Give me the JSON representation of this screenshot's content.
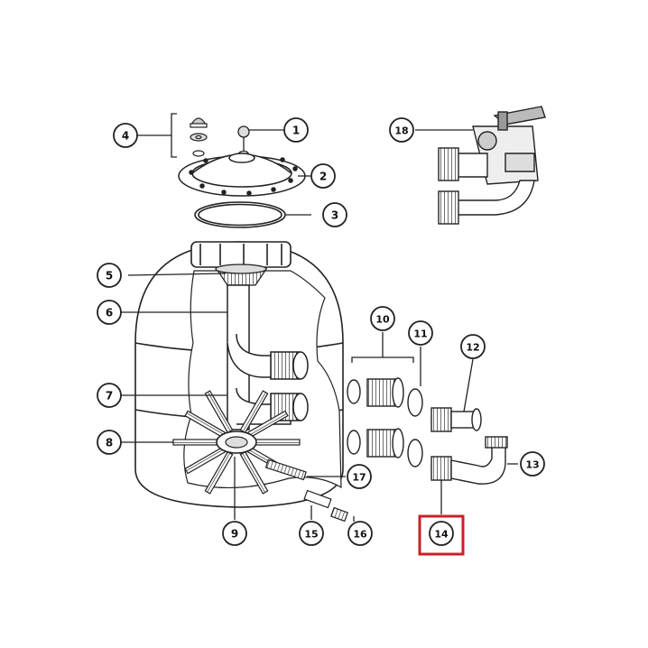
{
  "callouts": [
    "1",
    "2",
    "3",
    "4",
    "5",
    "6",
    "7",
    "8",
    "9",
    "10",
    "11",
    "12",
    "13",
    "14",
    "15",
    "16",
    "17",
    "18"
  ],
  "highlight": {
    "label": "14",
    "color": "#c8202a"
  },
  "colors": {
    "line": "#222222",
    "bg": "#ffffff"
  }
}
